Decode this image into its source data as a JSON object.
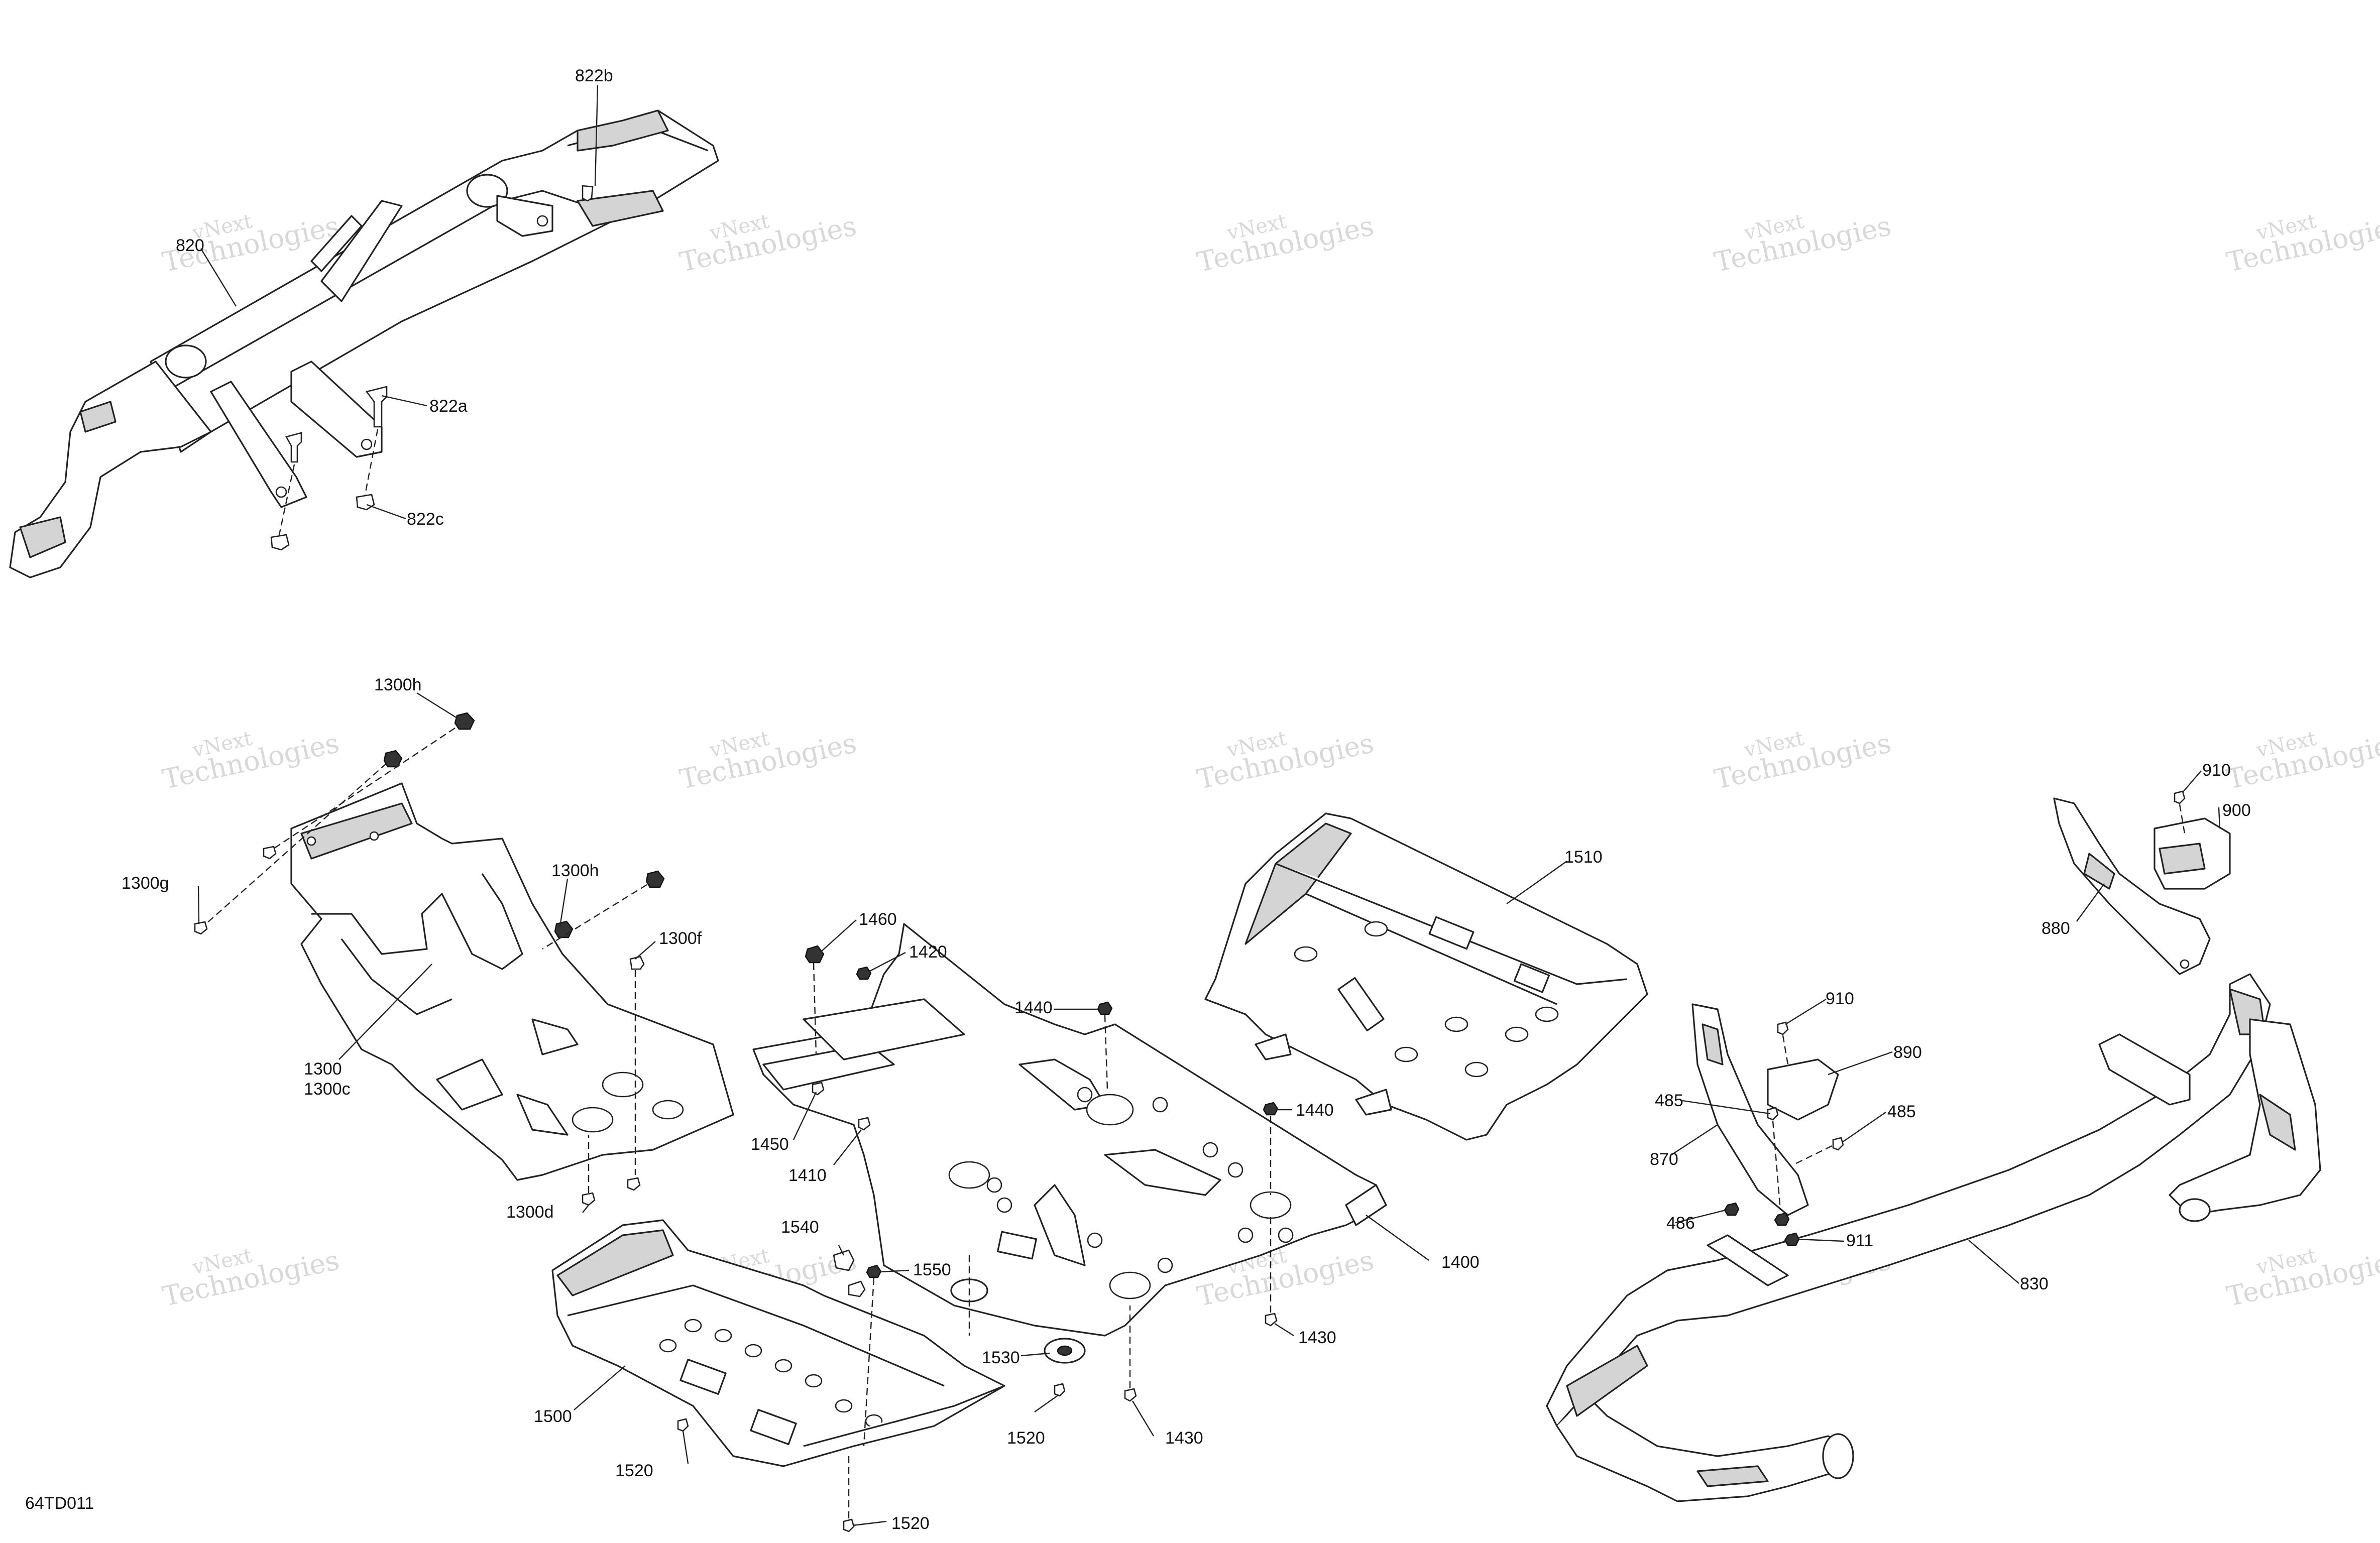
{
  "diagram": {
    "id_label": "64TD011",
    "watermark_line1": "vNext",
    "watermark_line2": "Technologies",
    "watermark_small": "vNext Technologies"
  },
  "callouts": {
    "p820": "820",
    "p822a": "822a",
    "p822b": "822b",
    "p822c": "822c",
    "p1300h_top": "1300h",
    "p1300g": "1300g",
    "p1300h_mid": "1300h",
    "p1300f": "1300f",
    "p1300": "1300",
    "p1300c": "1300c",
    "p1300d": "1300d",
    "p1460": "1460",
    "p1420": "1420",
    "p1440_top": "1440",
    "p1440_mid": "1440",
    "p1450": "1450",
    "p1410": "1410",
    "p1540": "1540",
    "p1550": "1550",
    "p1400": "1400",
    "p1430_a": "1430",
    "p1430_b": "1430",
    "p1530": "1530",
    "p1520_a": "1520",
    "p1520_b": "1520",
    "p1520_c": "1520",
    "p1500": "1500",
    "p1510": "1510",
    "p910_top": "910",
    "p900": "900",
    "p880": "880",
    "p910_mid": "910",
    "p890": "890",
    "p485_a": "485",
    "p485_b": "485",
    "p870": "870",
    "p486": "486",
    "p911": "911",
    "p830": "830"
  }
}
